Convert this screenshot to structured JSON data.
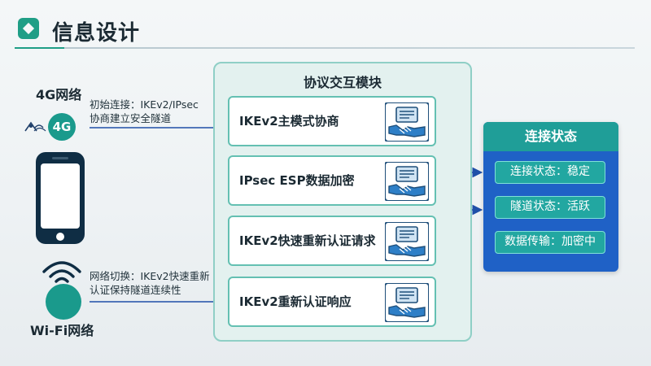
{
  "header": {
    "title": "信息设计"
  },
  "left": {
    "network_4g": {
      "label": "4G网络",
      "circle_text": "4G"
    },
    "initial_connect": {
      "line1": "初始连接：IKEv2/IPsec",
      "line2": "协商建立安全隧道"
    },
    "network_switch": {
      "line1": "网络切换：IKEv2快速重新",
      "line2": "认证保持隧道连续性"
    },
    "network_wifi": {
      "label": "Wi-Fi网络"
    }
  },
  "module": {
    "title": "协议交互模块",
    "steps": [
      {
        "label": "IKEv2主模式协商",
        "icon": "handshake-document-icon"
      },
      {
        "label": "IPsec ESP数据加密",
        "icon": "handshake-document-icon"
      },
      {
        "label": "IKEv2快速重新认证请求",
        "icon": "handshake-document-icon"
      },
      {
        "label": "IKEv2重新认证响应",
        "icon": "handshake-document-icon"
      }
    ]
  },
  "status": {
    "title": "连接状态",
    "items": [
      {
        "text": "连接状态：稳定"
      },
      {
        "text": "隧道状态：活跃"
      },
      {
        "text": "数据传输：加密中"
      }
    ]
  },
  "colors": {
    "accent": "#1f9e86",
    "teal": "#1a9a8c",
    "status_panel": "#1f61c6",
    "arrow": "#1f4fa8"
  }
}
